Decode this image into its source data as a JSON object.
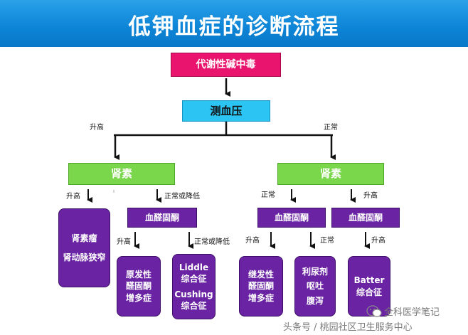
{
  "title": "低钾血症的诊断流程",
  "nodes": {
    "alkalosis": "代谢性碱中毒",
    "bp": "测血压",
    "renin_left": "肾素",
    "renin_right": "肾素",
    "tumor": [
      "肾素瘤",
      "肾动脉狭窄"
    ],
    "aldo_mid": "血醛固酮",
    "aldo_r1": "血醛固酮",
    "aldo_r2": "血醛固酮",
    "primary": [
      "原发性",
      "醛固酮",
      "增多症"
    ],
    "liddle": [
      "Liddle",
      "综合征",
      "Cushing",
      "综合征"
    ],
    "secondary": [
      "继发性",
      "醛固酮",
      "增多症"
    ],
    "diuretic": [
      "利尿剂",
      "呕吐",
      "腹泻"
    ],
    "batter": [
      "Batter",
      "综合征"
    ]
  },
  "edge_labels": {
    "bp_high": "升高",
    "bp_normal": "正常",
    "renin_high": "升高",
    "renin_normal_low": "正常或降低",
    "renin_r_normal": "正常",
    "renin_r_high": "升高",
    "aldo_high": "升高",
    "aldo_normal_low": "正常或降低",
    "aldo_r1_high": "升高",
    "aldo_r1_normal": "正常",
    "aldo_r2_high": "升高"
  },
  "watermark": {
    "wechat": "全科医学笔记",
    "source": "头条号 / 桃园社区卫生服务中心"
  },
  "colors": {
    "banner": "#0d84d6",
    "pink": "#e8146e",
    "cyan": "#2cc4f2",
    "green": "#7ad64a",
    "purple": "#6a23a3"
  }
}
